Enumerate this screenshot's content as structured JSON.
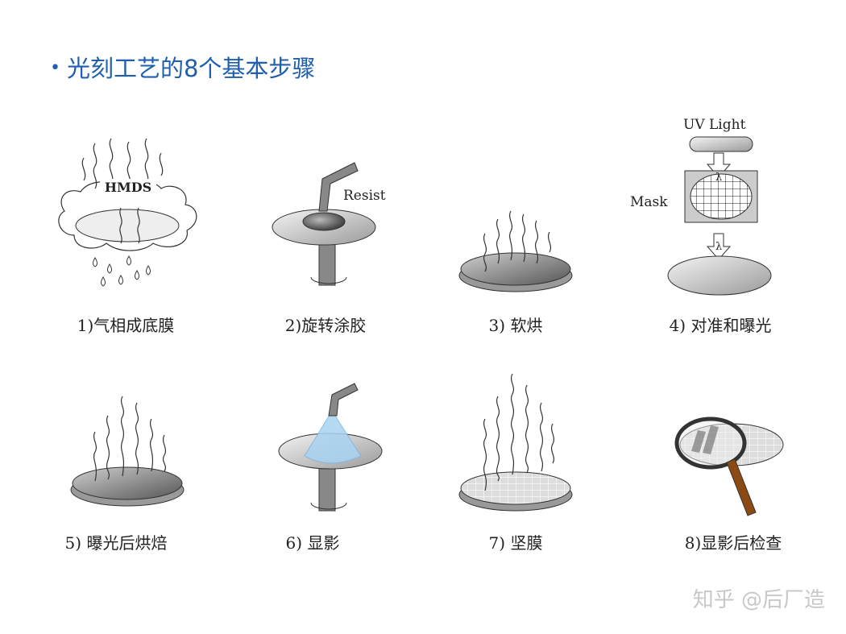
{
  "title": "光刻工艺的8个基本步骤",
  "steps": [
    {
      "caption": "1)气相成底膜",
      "label": "HMDS"
    },
    {
      "caption": "2)旋转涂胶",
      "label": "Resist"
    },
    {
      "caption": "3)  软烘"
    },
    {
      "caption": "4)  对准和曝光",
      "light_label": "UV Light",
      "mask_label": "Mask",
      "lambda": "λ"
    },
    {
      "caption": "5)  曝光后烘焙"
    },
    {
      "caption": "6)  显影"
    },
    {
      "caption": "7)  坚膜"
    },
    {
      "caption": "8)显影后检查"
    }
  ],
  "watermark": "知乎 @后厂造",
  "colors": {
    "title": "#1f5fae",
    "developer_spray": "#a9d3f2",
    "magnifier_handle": "#8a4a12"
  }
}
